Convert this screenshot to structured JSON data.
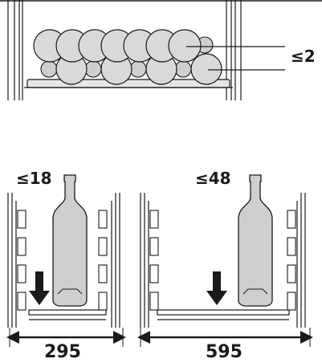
{
  "top_shelf": {
    "capacity_label": "≤2"
  },
  "left_shelf": {
    "capacity_label": "≤18",
    "width_label": "295"
  },
  "right_shelf": {
    "capacity_label": "≤48",
    "width_label": "595"
  },
  "colors": {
    "line": "#1a1a1a",
    "fill_light": "#d9d9d9",
    "fill_mid": "#cfcfcf",
    "fill_dark": "#bdbdbd",
    "background": "#ffffff"
  }
}
